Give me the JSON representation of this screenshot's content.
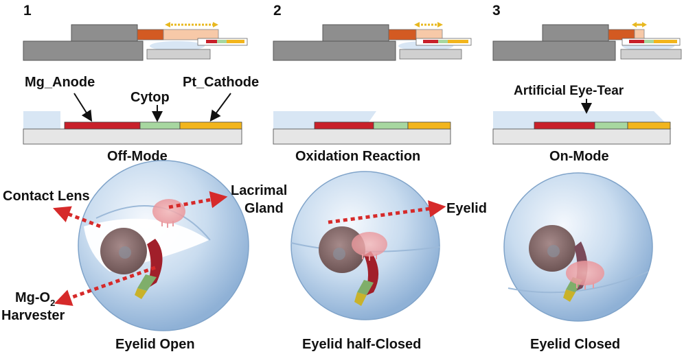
{
  "panels": [
    {
      "number": "1",
      "mode": "Off-Mode",
      "caption": "Eyelid Open"
    },
    {
      "number": "2",
      "mode": "Oxidation Reaction",
      "caption": "Eyelid half-Closed"
    },
    {
      "number": "3",
      "mode": "On-Mode",
      "caption": "Eyelid Closed"
    }
  ],
  "layers": {
    "anode": "Mg_Anode",
    "separator": "Cytop",
    "cathode": "Pt_Cathode",
    "tear": "Artificial Eye-Tear"
  },
  "callouts": {
    "contact_lens": "Contact Lens",
    "lacrimal_line1": "Lacrimal",
    "lacrimal_line2": "Gland",
    "harvester_prefix": "Mg-O",
    "harvester_sub": "2",
    "harvester_line2": "Harvester",
    "eyelid": "Eyelid"
  },
  "colors": {
    "anode": "#c8202a",
    "separator": "#a7d7a0",
    "cathode": "#f2b51d",
    "substrate": "#e6e6e6",
    "tear": "#d8e6f4",
    "arrow": "#d62a2a",
    "lid_block": "#8e8e8e",
    "slider_dark": "#d35a22",
    "slider_light": "#f7c9a8"
  }
}
